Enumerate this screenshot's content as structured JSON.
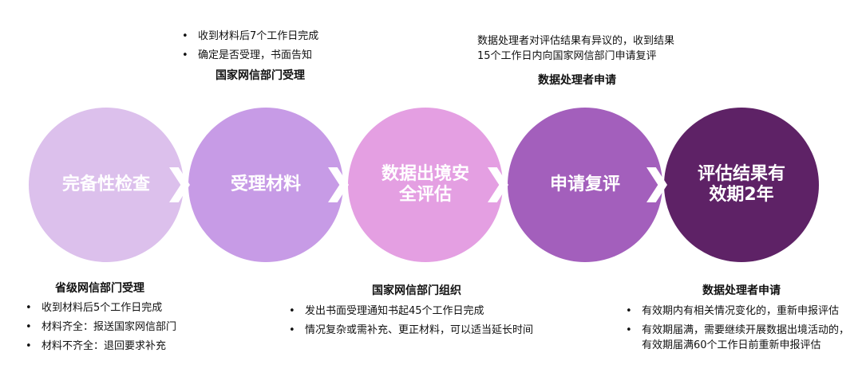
{
  "colors": {
    "step1": "#dcc0ec",
    "step2": "#c79be6",
    "step3": "#e49fe2",
    "step4": "#a35fbc",
    "step5": "#5e2266"
  },
  "steps": [
    {
      "label": "完备性检查"
    },
    {
      "label": "受理材料"
    },
    {
      "label": "数据出境安\n全评估"
    },
    {
      "label": "申请复评"
    },
    {
      "label": "评估结果有\n效期2年"
    }
  ],
  "top_left": {
    "bullets": [
      "收到材料后7个工作日完成",
      "确定是否受理，书面告知"
    ],
    "title": "国家网信部门受理"
  },
  "top_right": {
    "text": "数据处理者对评估结果有异议的，收到结果\n15个工作日内向国家网信部门申请复评",
    "title": "数据处理者申请"
  },
  "bottom_left": {
    "title": "省级网信部门受理",
    "bullets": [
      "收到材料后5个工作日完成",
      "材料齐全：报送国家网信部门",
      "材料不齐全：退回要求补充"
    ]
  },
  "bottom_center": {
    "title": "国家网信部门组织",
    "bullets": [
      "发出书面受理通知书起45个工作日完成",
      "情况复杂或需补充、更正材料，可以适当延长时间"
    ]
  },
  "bottom_right": {
    "title": "数据处理者申请",
    "bullets": [
      "有效期内有相关情况变化的，重新申报评估",
      "有效期届满，需要继续开展数据出境活动的，\n有效期届满60个工作日前重新申报评估"
    ]
  },
  "bullet_glyph": "•"
}
